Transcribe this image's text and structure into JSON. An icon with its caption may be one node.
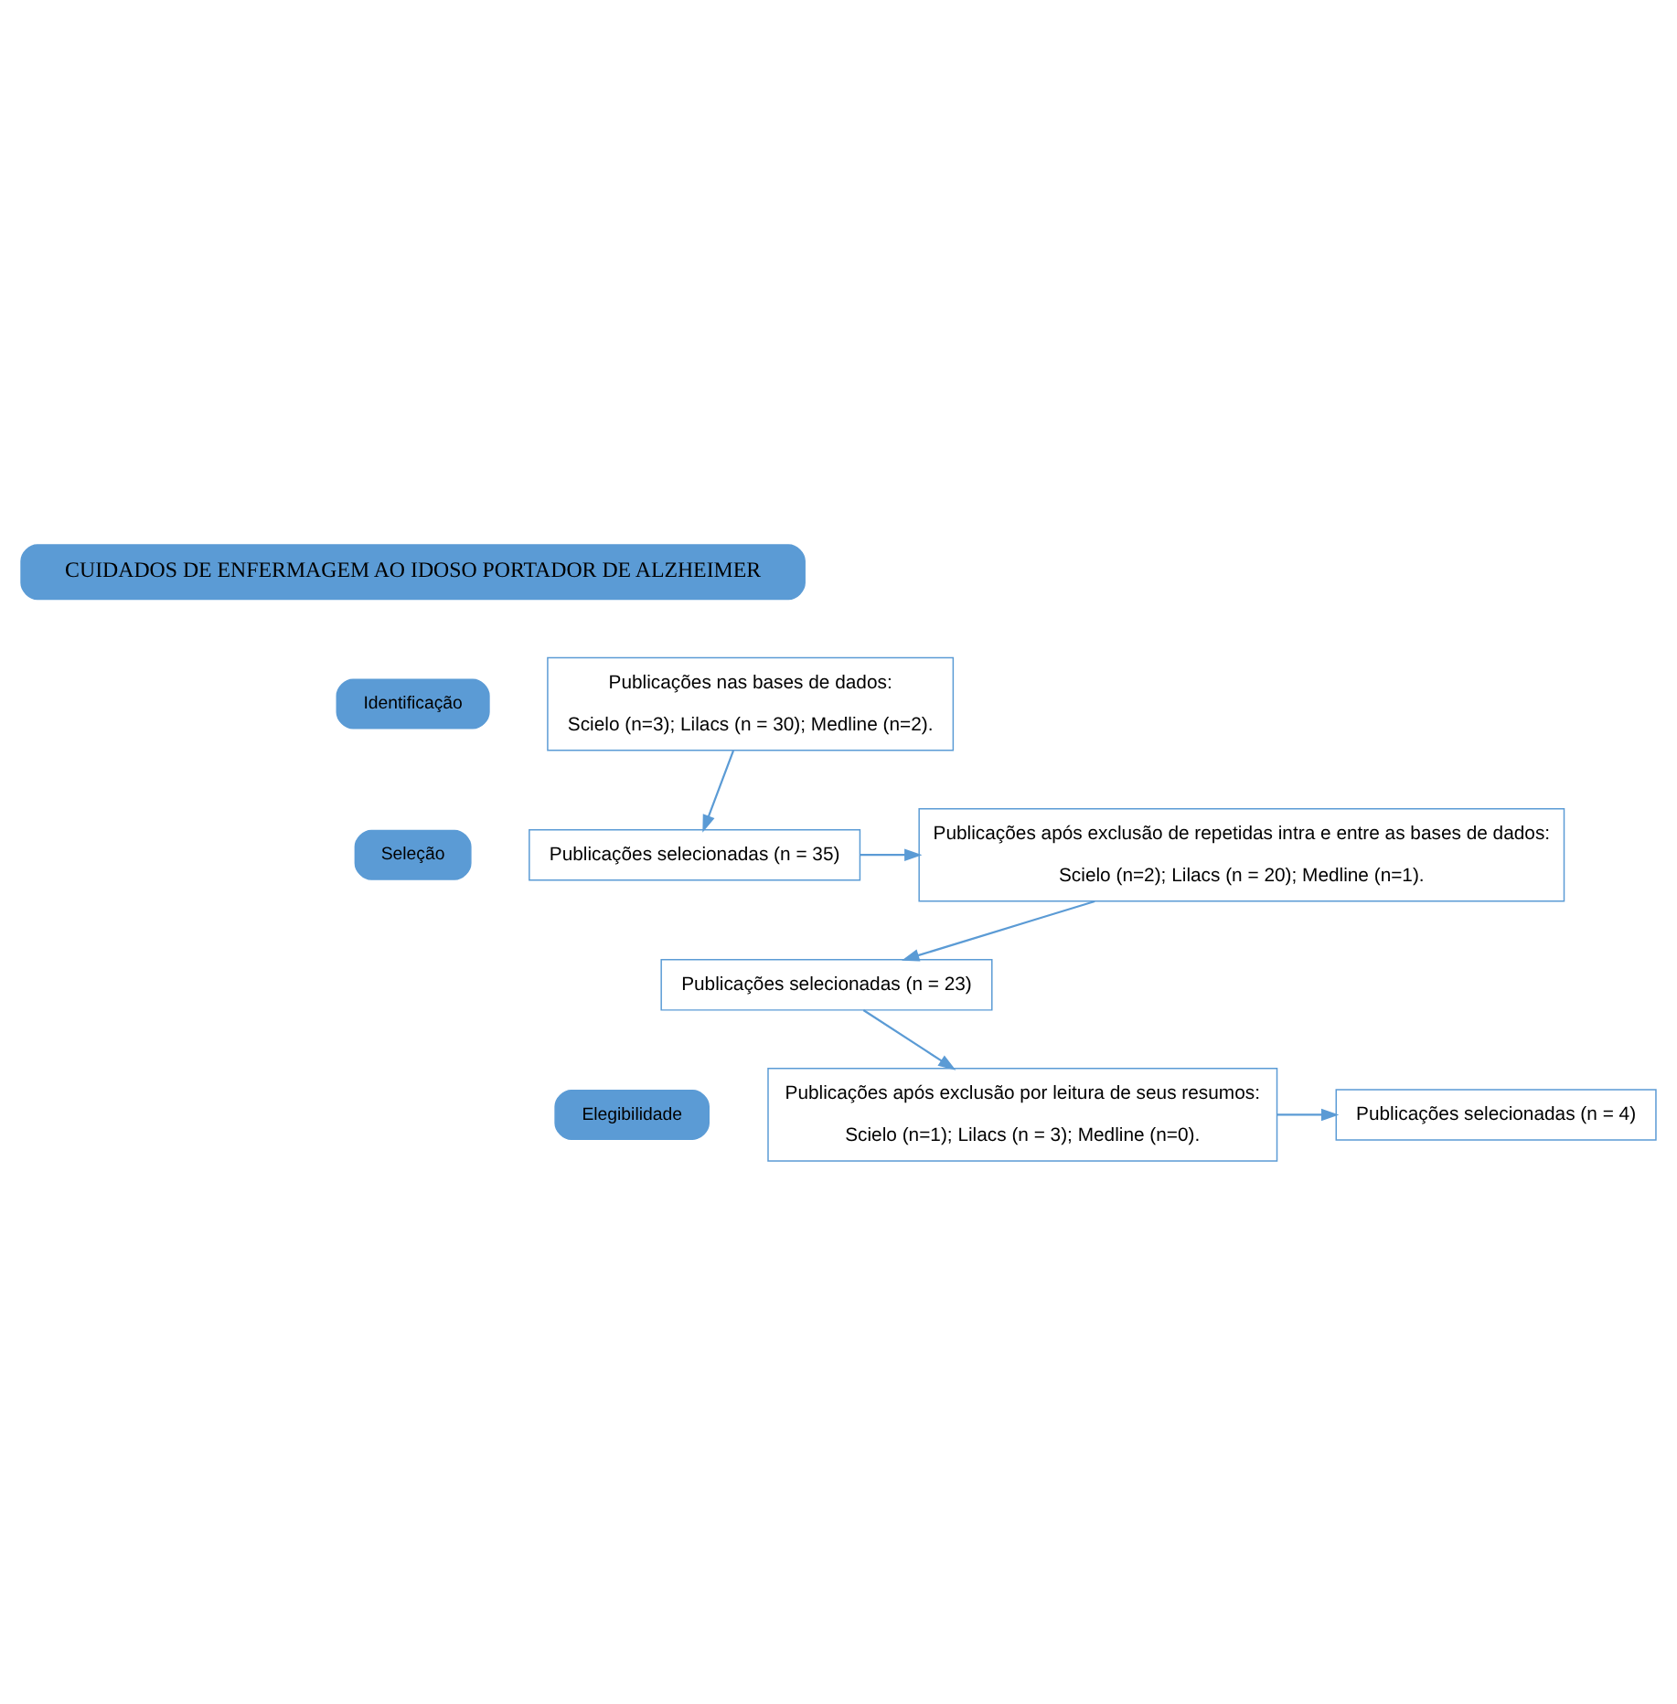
{
  "diagram": {
    "nodes": [
      {
        "text": [
          "CUIDADOS DE ENFERMAGEM AO IDOSO PORTADOR DE ALZHEIMER"
        ]
      },
      {
        "text": [
          "Identificação"
        ]
      },
      {
        "text": [
          "Publicações nas bases de dados:",
          "Scielo (n=3); Lilacs (n = 30); Medline (n=2)."
        ]
      },
      {
        "text": [
          "Seleção"
        ]
      },
      {
        "text": [
          "Publicações selecionadas (n = 35)"
        ]
      },
      {
        "text": [
          "Publicações após exclusão de repetidas intra e entre as bases de dados:",
          "Scielo (n=2); Lilacs (n = 20); Medline (n=1)."
        ]
      },
      {
        "text": [
          "Publicações selecionadas (n = 23)"
        ]
      },
      {
        "text": [
          "Elegibilidade"
        ]
      },
      {
        "text": [
          "Publicações após exclusão por leitura de seus resumos:",
          "Scielo (n=1); Lilacs (n = 3); Medline (n=0)."
        ]
      },
      {
        "text": [
          "Publicações selecionadas (n = 4)"
        ]
      }
    ],
    "edges": [
      {
        "from": 2,
        "to": 4,
        "arrow": "to"
      },
      {
        "from": 4,
        "to": 5,
        "arrow": "to"
      },
      {
        "from": 5,
        "to": 6,
        "arrow": "to"
      },
      {
        "from": 6,
        "to": 8,
        "arrow": "to"
      },
      {
        "from": 8,
        "to": 9,
        "arrow": "to"
      }
    ]
  }
}
